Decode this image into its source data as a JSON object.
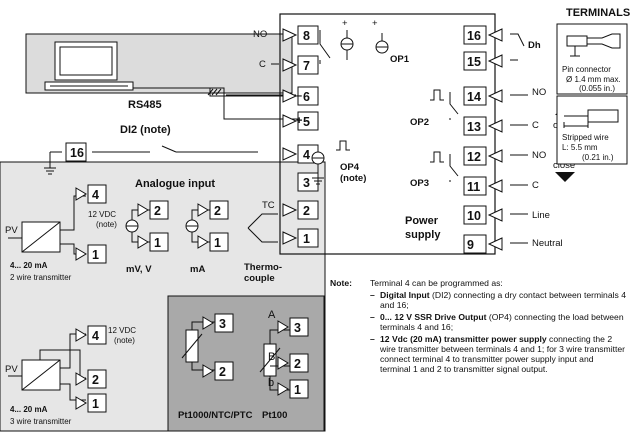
{
  "title": "TERMINALS",
  "pin_connector": {
    "label": "Pin connector",
    "spec": "Ø  1.4 mm max.",
    "spec_in": "(0.055 in.)"
  },
  "stripped_wire": {
    "label": "Stripped wire",
    "spec": "L:   5.5 mm",
    "spec_in": "(0.21 in.)"
  },
  "terminals": [
    "1",
    "2",
    "3",
    "4",
    "5",
    "6",
    "7",
    "8",
    "9",
    "10",
    "11",
    "12",
    "13",
    "14",
    "15",
    "16"
  ],
  "labels": {
    "no": "NO",
    "c": "C",
    "rs485": "RS485",
    "minus": "–",
    "plus": "+",
    "op1": "OP1",
    "op2": "OP2",
    "op3": "OP3",
    "op4": "OP4",
    "op4_note": "(note)",
    "dh": "Dh",
    "di2": "DI2 (note)",
    "open": "open",
    "close": "close",
    "line": "Line",
    "neutral": "Neutral",
    "power_supply_1": "Power",
    "power_supply_2": "supply",
    "analogue_input": "Analogue input",
    "vdc12": "12 VDC",
    "note_paren": "(note)",
    "pv": "PV",
    "range": "4... 20 mA",
    "wire2": "2 wire transmitter",
    "wire3": "3 wire transmitter",
    "mv_v": "mV, V",
    "ma": "mA",
    "tc": "TC",
    "thermo1": "Thermo-",
    "thermo2": "couple",
    "pt1000": "Pt1000/NTC/PTC",
    "pt100": "Pt100",
    "a": "A",
    "bB": "B",
    "b": "b"
  },
  "note": {
    "head": "Note:",
    "lead": "Terminal 4 can be programmed as:",
    "items": [
      {
        "bold": "Digital Input",
        "rest": " (DI2) connecting a dry contact between terminals 4 and 16;"
      },
      {
        "bold": "0... 12 V SSR Drive Output",
        "rest": " (OP4) connecting the load between terminals 4 and 16;"
      },
      {
        "bold": "12 Vdc (20 mA) transmitter power supply",
        "rest": " connecting the 2 wire transmitter between terminals 4 and 1; for 3 wire transmitter connect terminal 4 to transmitter power supply input and terminal 1 and 2 to transmitter signal output."
      }
    ]
  },
  "colors": {
    "panel": "#e6e6e6",
    "panel_dark": "#a9a9a9",
    "line": "#111111",
    "terminal_fill": "#ffffff"
  }
}
